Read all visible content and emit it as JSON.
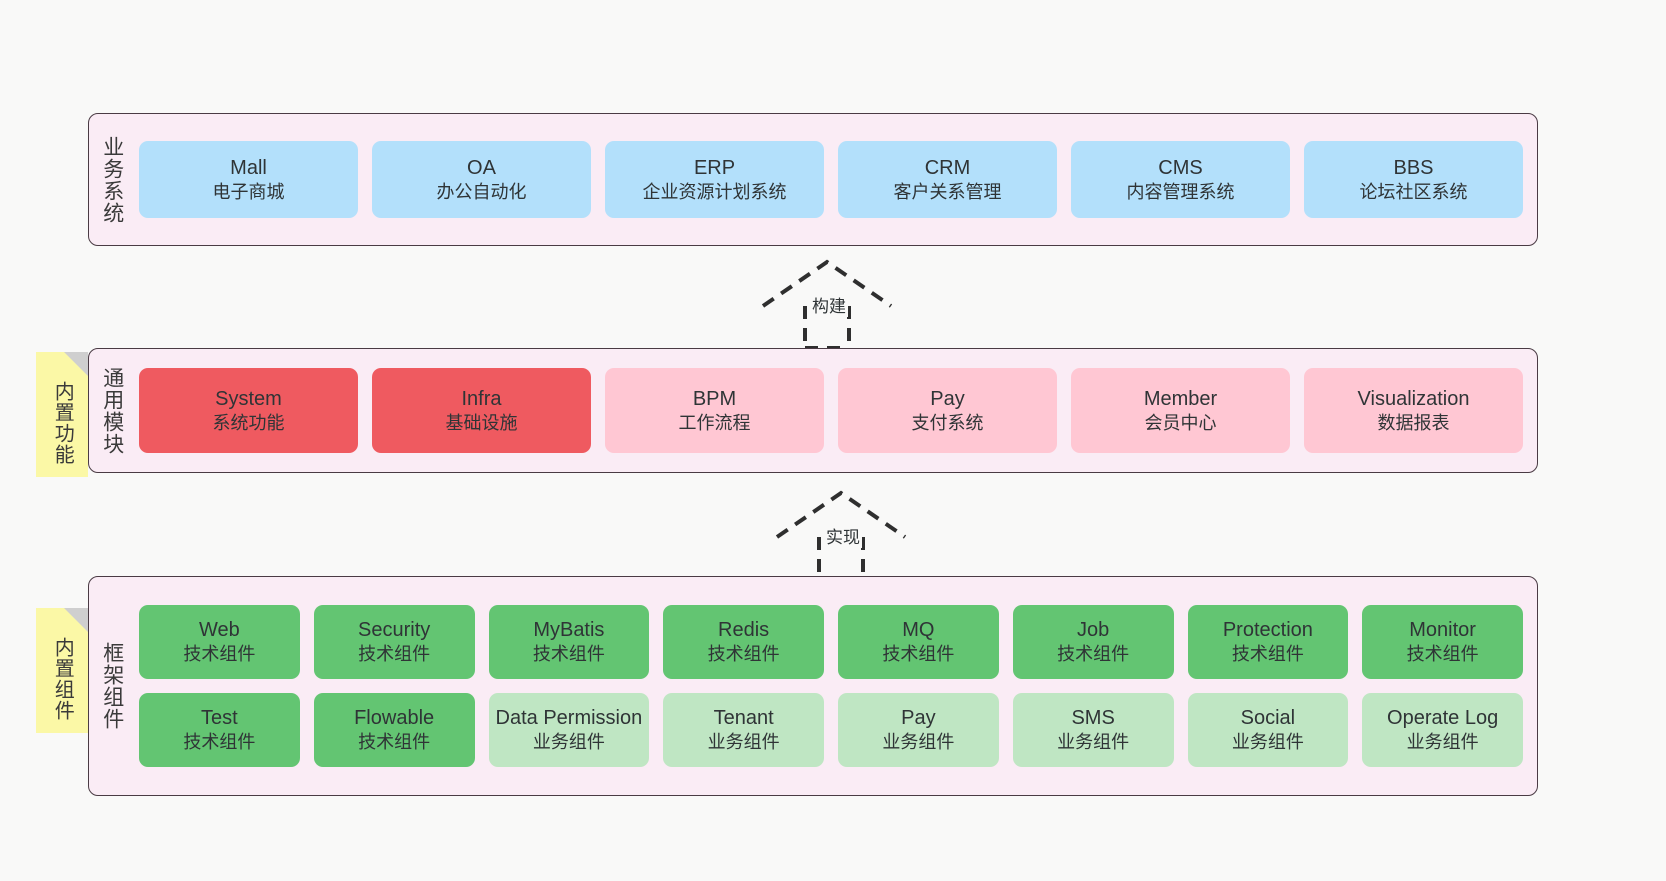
{
  "layers": [
    {
      "id": "business-system",
      "title": "业务系统",
      "rows": [
        [
          {
            "name": "Mall",
            "desc": "电子商城",
            "style": "biz"
          },
          {
            "name": "OA",
            "desc": "办公自动化",
            "style": "biz"
          },
          {
            "name": "ERP",
            "desc": "企业资源计划系统",
            "style": "biz"
          },
          {
            "name": "CRM",
            "desc": "客户关系管理",
            "style": "biz"
          },
          {
            "name": "CMS",
            "desc": "内容管理系统",
            "style": "biz"
          },
          {
            "name": "BBS",
            "desc": "论坛社区系统",
            "style": "biz"
          }
        ]
      ]
    },
    {
      "id": "common-module",
      "title": "通用模块",
      "rows": [
        [
          {
            "name": "System",
            "desc": "系统功能",
            "style": "mod-hi"
          },
          {
            "name": "Infra",
            "desc": "基础设施",
            "style": "mod-hi"
          },
          {
            "name": "BPM",
            "desc": "工作流程",
            "style": "mod-lo"
          },
          {
            "name": "Pay",
            "desc": "支付系统",
            "style": "mod-lo"
          },
          {
            "name": "Member",
            "desc": "会员中心",
            "style": "mod-lo"
          },
          {
            "name": "Visualization",
            "desc": "数据报表",
            "style": "mod-lo"
          }
        ]
      ]
    },
    {
      "id": "framework-component",
      "title": "框架组件",
      "rows": [
        [
          {
            "name": "Web",
            "desc": "技术组件",
            "style": "tech"
          },
          {
            "name": "Security",
            "desc": "技术组件",
            "style": "tech"
          },
          {
            "name": "MyBatis",
            "desc": "技术组件",
            "style": "tech"
          },
          {
            "name": "Redis",
            "desc": "技术组件",
            "style": "tech"
          },
          {
            "name": "MQ",
            "desc": "技术组件",
            "style": "tech"
          },
          {
            "name": "Job",
            "desc": "技术组件",
            "style": "tech"
          },
          {
            "name": "Protection",
            "desc": "技术组件",
            "style": "tech"
          },
          {
            "name": "Monitor",
            "desc": "技术组件",
            "style": "tech"
          }
        ],
        [
          {
            "name": "Test",
            "desc": "技术组件",
            "style": "tech"
          },
          {
            "name": "Flowable",
            "desc": "技术组件",
            "style": "tech"
          },
          {
            "name": "Data Permission",
            "desc": "业务组件",
            "style": "busn"
          },
          {
            "name": "Tenant",
            "desc": "业务组件",
            "style": "busn"
          },
          {
            "name": "Pay",
            "desc": "业务组件",
            "style": "busn"
          },
          {
            "name": "SMS",
            "desc": "业务组件",
            "style": "busn"
          },
          {
            "name": "Social",
            "desc": "业务组件",
            "style": "busn"
          },
          {
            "name": "Operate Log",
            "desc": "业务组件",
            "style": "busn"
          }
        ]
      ]
    }
  ],
  "notes": [
    {
      "id": "builtin-function",
      "text": "内置功能"
    },
    {
      "id": "builtin-component",
      "text": "内置组件"
    }
  ],
  "connectors": [
    {
      "id": "build",
      "label": "构建"
    },
    {
      "id": "implement",
      "label": "实现"
    }
  ],
  "colors": {
    "panel_bg": "#faecf5",
    "panel_border": "#4a3b44",
    "business": "#b3e0fb",
    "module_primary": "#ef5a60",
    "module_secondary": "#ffc7d3",
    "tech_component": "#63c572",
    "business_component": "#bfe6c3",
    "note_bg": "#fbf8a6",
    "canvas_bg": "#f9f9f8"
  }
}
